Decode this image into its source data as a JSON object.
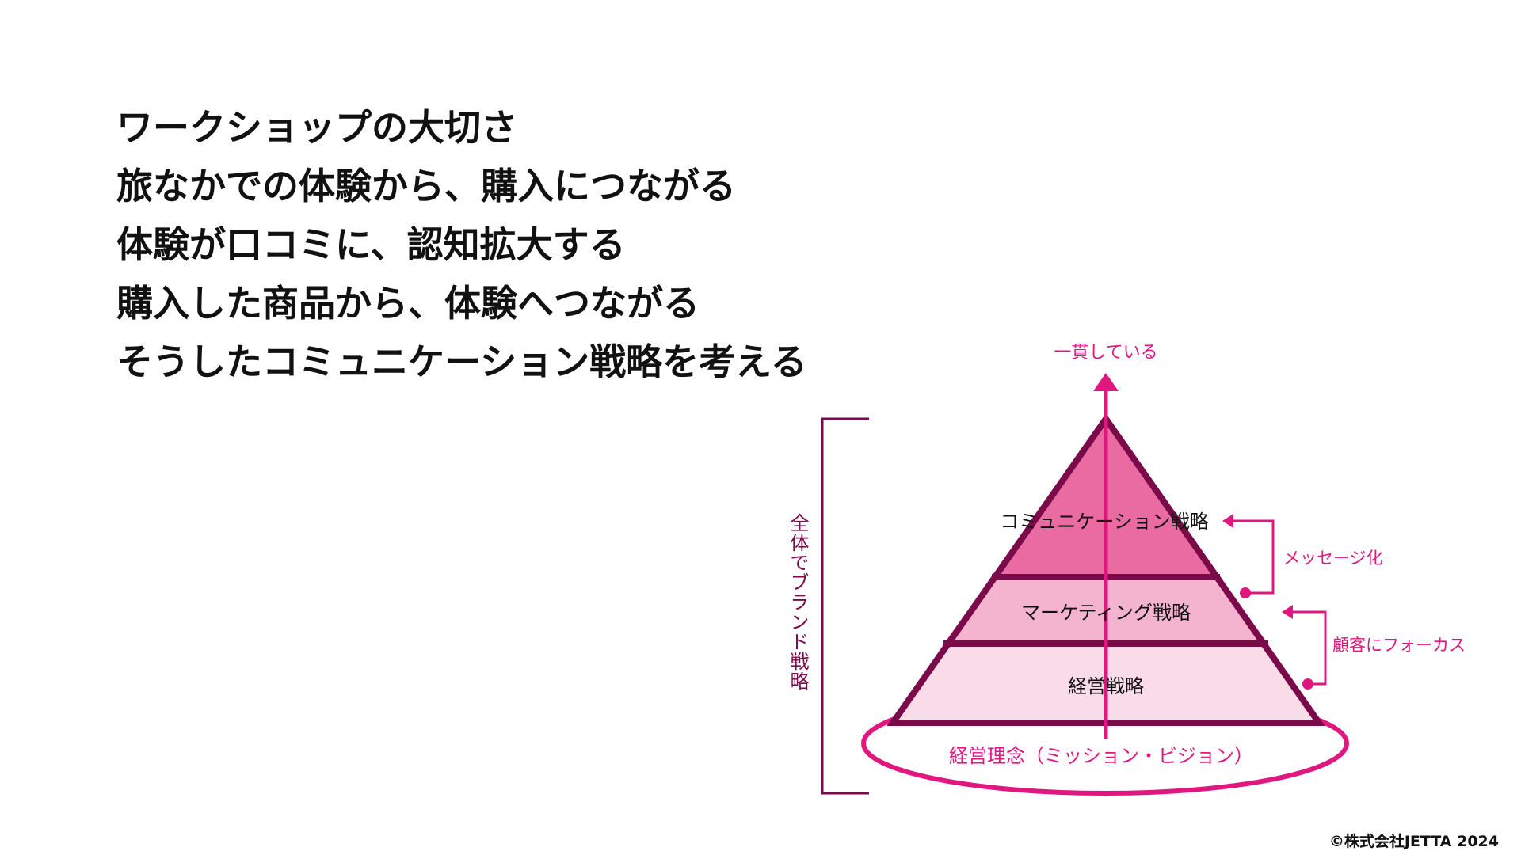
{
  "headlines": [
    "ワークショップの大切さ",
    "旅なかでの体験から、購入につながる",
    "体験が口コミに、認知拡大する",
    "購入した商品から、体験へつながる",
    "そうしたコミュニケーション戦略を考える"
  ],
  "diagram": {
    "top_label": "一貫している",
    "layers": [
      {
        "label": "コミュニケーション戦略",
        "color": "#ea6ba2"
      },
      {
        "label": "マーケティング戦略",
        "color": "#f4b3ce"
      },
      {
        "label": "経営戦略",
        "color": "#fadbe8"
      }
    ],
    "base_label": "経営理念（ミッション・ビジョン）",
    "side_label": "全体でブランド戦略",
    "arrow_labels": [
      "メッセージ化",
      "顧客にフォーカス"
    ],
    "colors": {
      "outline": "#7a0a4a",
      "accent": "#e0177f"
    }
  },
  "copyright": "©株式会社JETTA 2024"
}
